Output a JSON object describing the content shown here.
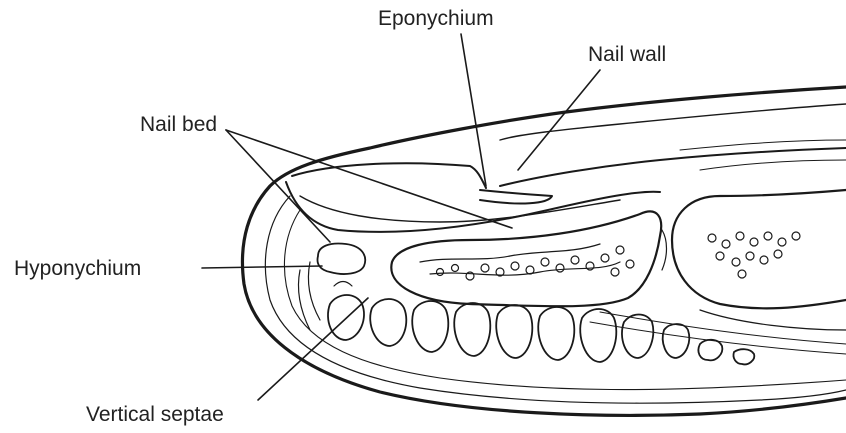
{
  "labels": {
    "eponychium": "Eponychium",
    "nail_wall": "Nail wall",
    "nail_bed": "Nail bed",
    "hyponychium": "Hyponychium",
    "vertical_septae": "Vertical septae"
  },
  "colors": {
    "stroke": "#1a1a1a",
    "bone_fill": "#ffffff",
    "background": "#ffffff"
  }
}
